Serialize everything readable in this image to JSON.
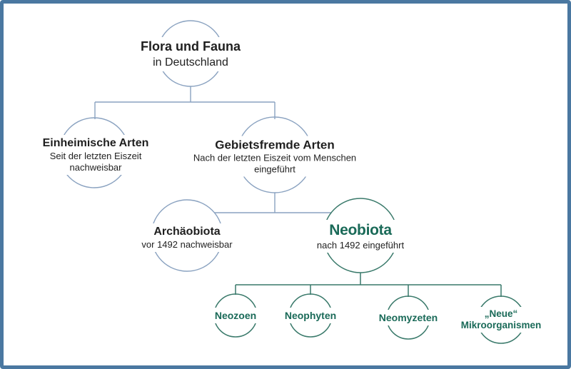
{
  "frame": {
    "border_color": "#4a78a1",
    "background_color": "#ffffff"
  },
  "palette": {
    "blue_line": "#8aa2c0",
    "green_line": "#39796a",
    "green_text": "#1a6a58",
    "black_text": "#1f1f1f"
  },
  "diagram": {
    "root": {
      "title": "Flora und Fauna",
      "subtitle": "in Deutschland"
    },
    "native": {
      "title": "Einheimische Arten",
      "sub1": "Seit der letzten Eiszeit",
      "sub2": "nachweisbar"
    },
    "alien": {
      "title": "Gebietsfremde Arten",
      "sub1": "Nach der letzten Eiszeit vom Menschen",
      "sub2": "eingeführt"
    },
    "archaeobiota": {
      "title": "Archäobiota",
      "sub1": "vor 1492 nachweisbar"
    },
    "neobiota": {
      "title": "Neobiota",
      "sub1": "nach 1492 eingeführt"
    },
    "neozoen": {
      "title": "Neozoen"
    },
    "neophyten": {
      "title": "Neophyten"
    },
    "neomyzeten": {
      "title": "Neomyzeten"
    },
    "mikroorganismen": {
      "title1": "„Neue“",
      "title2": "Mikroorganismen"
    }
  }
}
